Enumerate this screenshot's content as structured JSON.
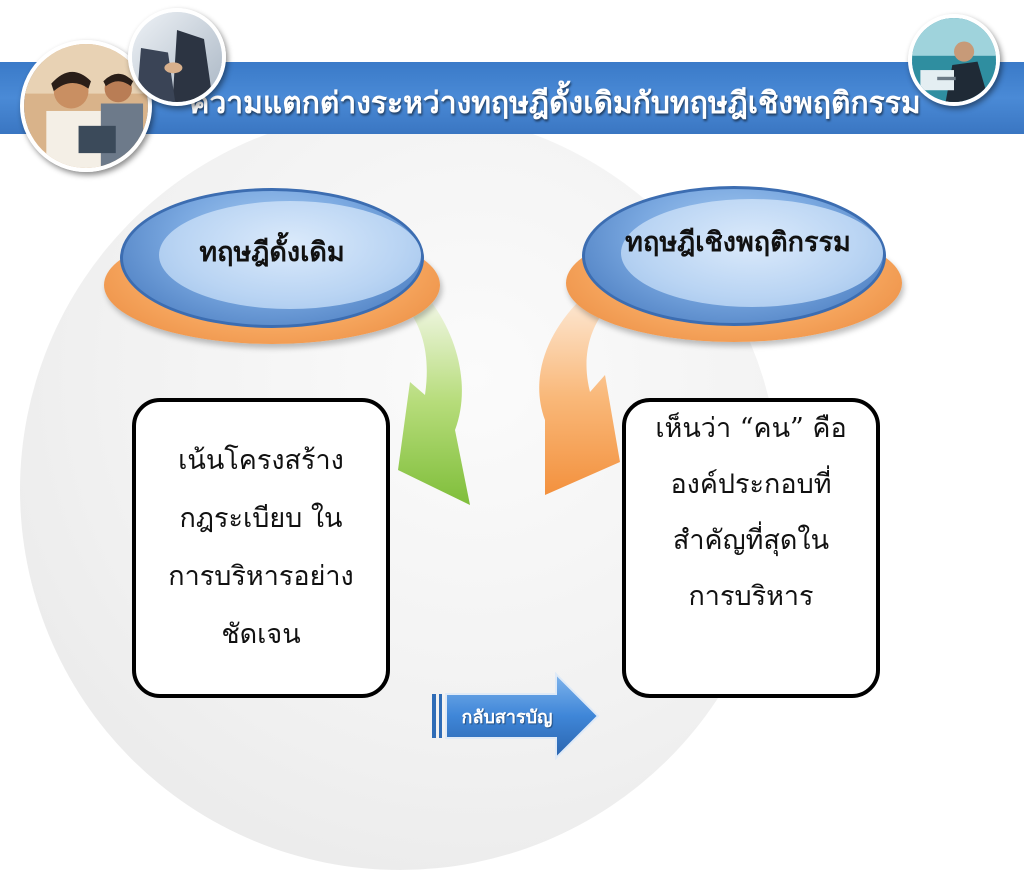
{
  "title": "ความแตกต่างระหว่างทฤษฎีดั้งเดิมกับทฤษฎีเชิงพฤติกรรม",
  "left": {
    "heading": "ทฤษฎีดั้งเดิม",
    "description": "เน้นโครงสร้าง\nกฎระเบียบ ใน\nการบริหารอย่าง\nชัดเจน"
  },
  "right": {
    "heading": "ทฤษฎีเชิงพฤติกรรม",
    "description": "เห็นว่า “คน” คือ\nองค์ประกอบที่\nสำคัญที่สุดใน\nการบริหาร"
  },
  "back_button": {
    "label": "กลับสารบัญ"
  },
  "colors": {
    "title_bar": "#4a8ad6",
    "disc_blue": "#7aa8e0",
    "disc_orange": "#f7a860",
    "arrow_green": "#8cc63f",
    "arrow_orange": "#f7a256",
    "button_blue": "#3f86d8"
  }
}
